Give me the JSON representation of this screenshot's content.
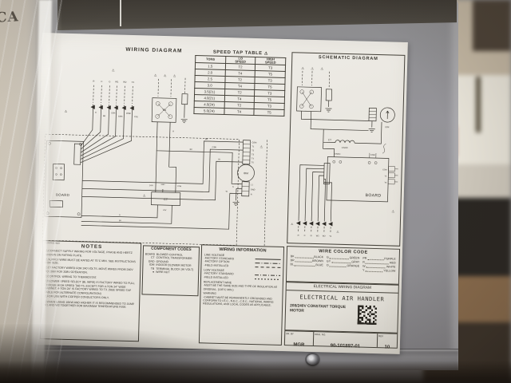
{
  "icons": {
    "warning": "⚠"
  },
  "palette": {
    "panel": "#8f8f91",
    "label": "#eae7e0",
    "ink": "#35322c",
    "top_band": "#46423c"
  },
  "photo": {
    "bag_letters": "CA"
  },
  "label": {
    "wiring": {
      "title": "WIRING DIAGRAM",
      "control_box": "CONTROL BOX",
      "board": "BOARD",
      "motor": "IDM",
      "ct": "CT",
      "tb": "TB",
      "tstat_terminals": [
        "R",
        "C",
        "G",
        "W1",
        "W2",
        "Y1"
      ],
      "tstat_wires": [
        "R",
        "BR",
        "C/BK",
        "G/BK",
        "W/BK",
        "Y/BL"
      ],
      "motor_taps": [
        "COM",
        "T1",
        "T2",
        "T3",
        "T4",
        "T5"
      ],
      "motor_power": [
        "L1",
        "GND",
        "N"
      ],
      "ct_primary": [
        "240V",
        "208V",
        "COM"
      ],
      "ct_secondary": "24V",
      "wire": {
        "bk": "BK",
        "r": "R",
        "br": "BR",
        "cbk": "C/BK",
        "bl": "BL",
        "g": "G",
        "w": "W"
      }
    },
    "speed_table": {
      "title": "SPEED TAP TABLE",
      "headers": [
        "TONS",
        "LO\nSPEED",
        "HIGH\nSPEED"
      ],
      "rows": [
        [
          "1.5",
          "T2",
          "T3"
        ],
        [
          "2.0",
          "T4",
          "T5"
        ],
        [
          "2.5",
          "T2",
          "T3"
        ],
        [
          "3.0",
          "T4",
          "T5"
        ],
        [
          "3.5(21)",
          "T2",
          "T3"
        ],
        [
          "4.0(21)",
          "T4",
          "T5"
        ],
        [
          "4.0(24)",
          "T2",
          "T3"
        ],
        [
          "5.0(24)",
          "T4",
          "T5"
        ]
      ]
    },
    "schematic": {
      "title": "SCHEMATIC DIAGRAM",
      "board": "BOARD",
      "motor": "IDM",
      "ct": "CT",
      "ct_secondary": "24VAC",
      "board_in": "24VAC",
      "board_com": "COM",
      "pins": [
        "COM",
        "T2",
        "T5"
      ],
      "tstat": [
        "R",
        "C",
        "G",
        "W1",
        "W2",
        "Y1"
      ]
    },
    "notes": {
      "title": "NOTES",
      "items": [
        "CONNECT SUPPLY WIRING FOR VOLTAGE, PHASE AND HERTZ SHOWN ON RATING PLATE.",
        "SUPPLY WIRE MUST BE RATED AT 75°C MIN. SEE INSTRUCTIONS FOR SIZE.",
        "CT FACTORY WIRED FOR 240 VOLTS. MOVE WIRES FROM 240V TO 208V FOR 208V OPERATION.",
        "CONTROL WIRING TO THERMOSTAT.",
        "BLOWER SPEED SELECT (BL WIRE) IS FACTORY WIRED TO FULL TORQUE HIGH SPEED TAB T5, EXCEPT FOR 4-TON 24\" WIDE CABINET. 4-TON 24\" IS FACTORY WIRED TO T3. (SEE SPEED TAP TABLE FOR ALTERNATE CONFIGURATION)",
        "FOR USE WITH COPPER CONDUCTORS ONLY.",
        "WHEN USING 10KW AND HIGHER IT IS RECOMMENDED TO JUMP W1 AND W2 TOGETHER FOR MAXIMUM TEMPERATURE RISE."
      ]
    },
    "codes": {
      "title": "COMPONENT CODES",
      "rows": [
        [
          "BOARD",
          "BLOWER CONTROL"
        ],
        [
          "CT",
          "CONTROL TRANSFORMER"
        ],
        [
          "GND",
          "GROUND"
        ],
        [
          "IDM",
          "INDOOR BLOWER MOTOR"
        ],
        [
          "TB",
          "TERMINAL BLOCK (HI VOLT)"
        ],
        [
          "●",
          "WIRE NUT"
        ]
      ]
    },
    "winfo": {
      "title": "WIRING INFORMATION",
      "line_voltage": "LINE VOLTAGE",
      "low_voltage": "LOW VOLTAGE",
      "legend_line": [
        {
          "label": "-FACTORY STANDARD"
        },
        {
          "label": "-FACTORY OPTION"
        },
        {
          "label": "-FIELD INSTALLED"
        }
      ],
      "legend_low": [
        {
          "label": "-FACTORY STANDARD"
        },
        {
          "label": "-FIELD INSTALLED"
        }
      ],
      "replacement_title": "REPLACEMENT WIRE",
      "replacement_body": "-MUST BE THE SAME SIZE AND TYPE OF INSULATION AS ORIGINAL. (105°C MIN.)",
      "warning_title": "WARNING",
      "warning_body": "-CABINET MUST BE PERMANENTLY GROUNDED AND CONFORM TO I.E.C., N.E.C., C.E.C., NATIONAL WIRING REGULATIONS, AND LOCAL CODES AS APPLICABLE."
    },
    "colors": {
      "title": "WIRE COLOR CODE",
      "entries": [
        {
          "code": "BK",
          "name": "BLACK"
        },
        {
          "code": "BR",
          "name": "BROWN"
        },
        {
          "code": "BL",
          "name": "BLUE"
        },
        {
          "code": "G",
          "name": "GREEN"
        },
        {
          "code": "GY",
          "name": "GRAY"
        },
        {
          "code": "O",
          "name": "ORANGE"
        },
        {
          "code": "PR",
          "name": "PURPLE"
        },
        {
          "code": "R",
          "name": "RED"
        },
        {
          "code": "W",
          "name": "WHITE"
        },
        {
          "code": "Y",
          "name": "YELLOW"
        }
      ]
    },
    "titleblock": {
      "heading": "ELECTRICAL WIRING DIAGRAM",
      "product": "ELECTRICAL AIR HANDLER",
      "subtitle": "208/240V CONSTANT TORQUE MOTOR",
      "dr_by_label": "DR. BY",
      "dr_by": "MGR",
      "dwg_label": "DWG. NO.",
      "dwg_no": "90-101897-01",
      "rev_label": "REV",
      "rev": "10"
    }
  }
}
